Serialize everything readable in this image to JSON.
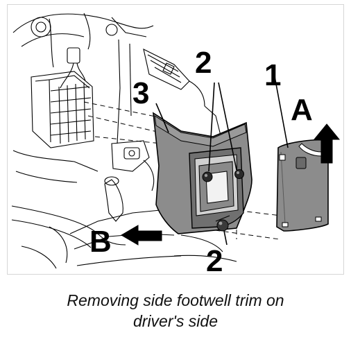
{
  "figure": {
    "callouts": {
      "label_1": "1",
      "label_2_top": "2",
      "label_2_bottom": "2",
      "label_3": "3",
      "label_A": "A",
      "label_B": "B"
    }
  },
  "caption": {
    "line1": "Removing side footwell trim on",
    "line2": "driver's side"
  }
}
